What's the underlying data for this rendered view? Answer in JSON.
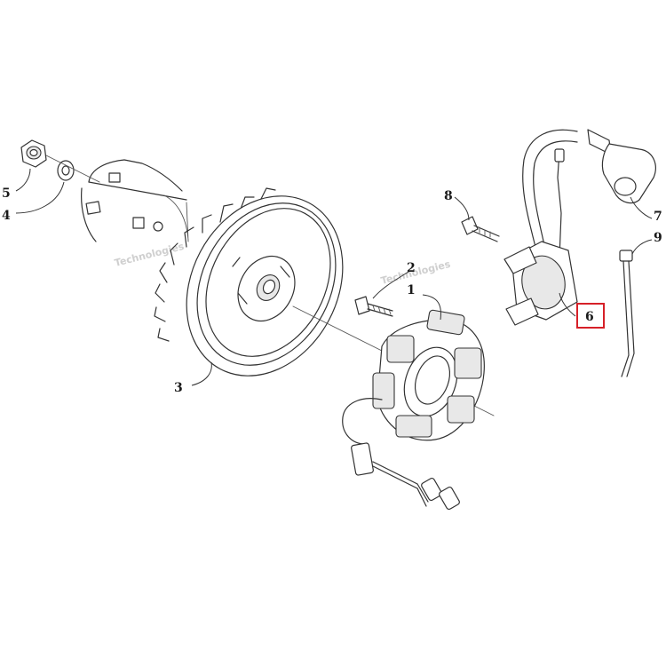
{
  "diagram": {
    "callouts": [
      {
        "id": "1",
        "label": "1"
      },
      {
        "id": "2",
        "label": "2"
      },
      {
        "id": "3",
        "label": "3"
      },
      {
        "id": "4",
        "label": "4"
      },
      {
        "id": "5",
        "label": "5"
      },
      {
        "id": "6",
        "label": "6",
        "highlighted": true
      },
      {
        "id": "7",
        "label": "7"
      },
      {
        "id": "8",
        "label": "8"
      },
      {
        "id": "9",
        "label": "9"
      }
    ],
    "watermark_text": "Technologies",
    "highlight_color": "#d62028"
  }
}
